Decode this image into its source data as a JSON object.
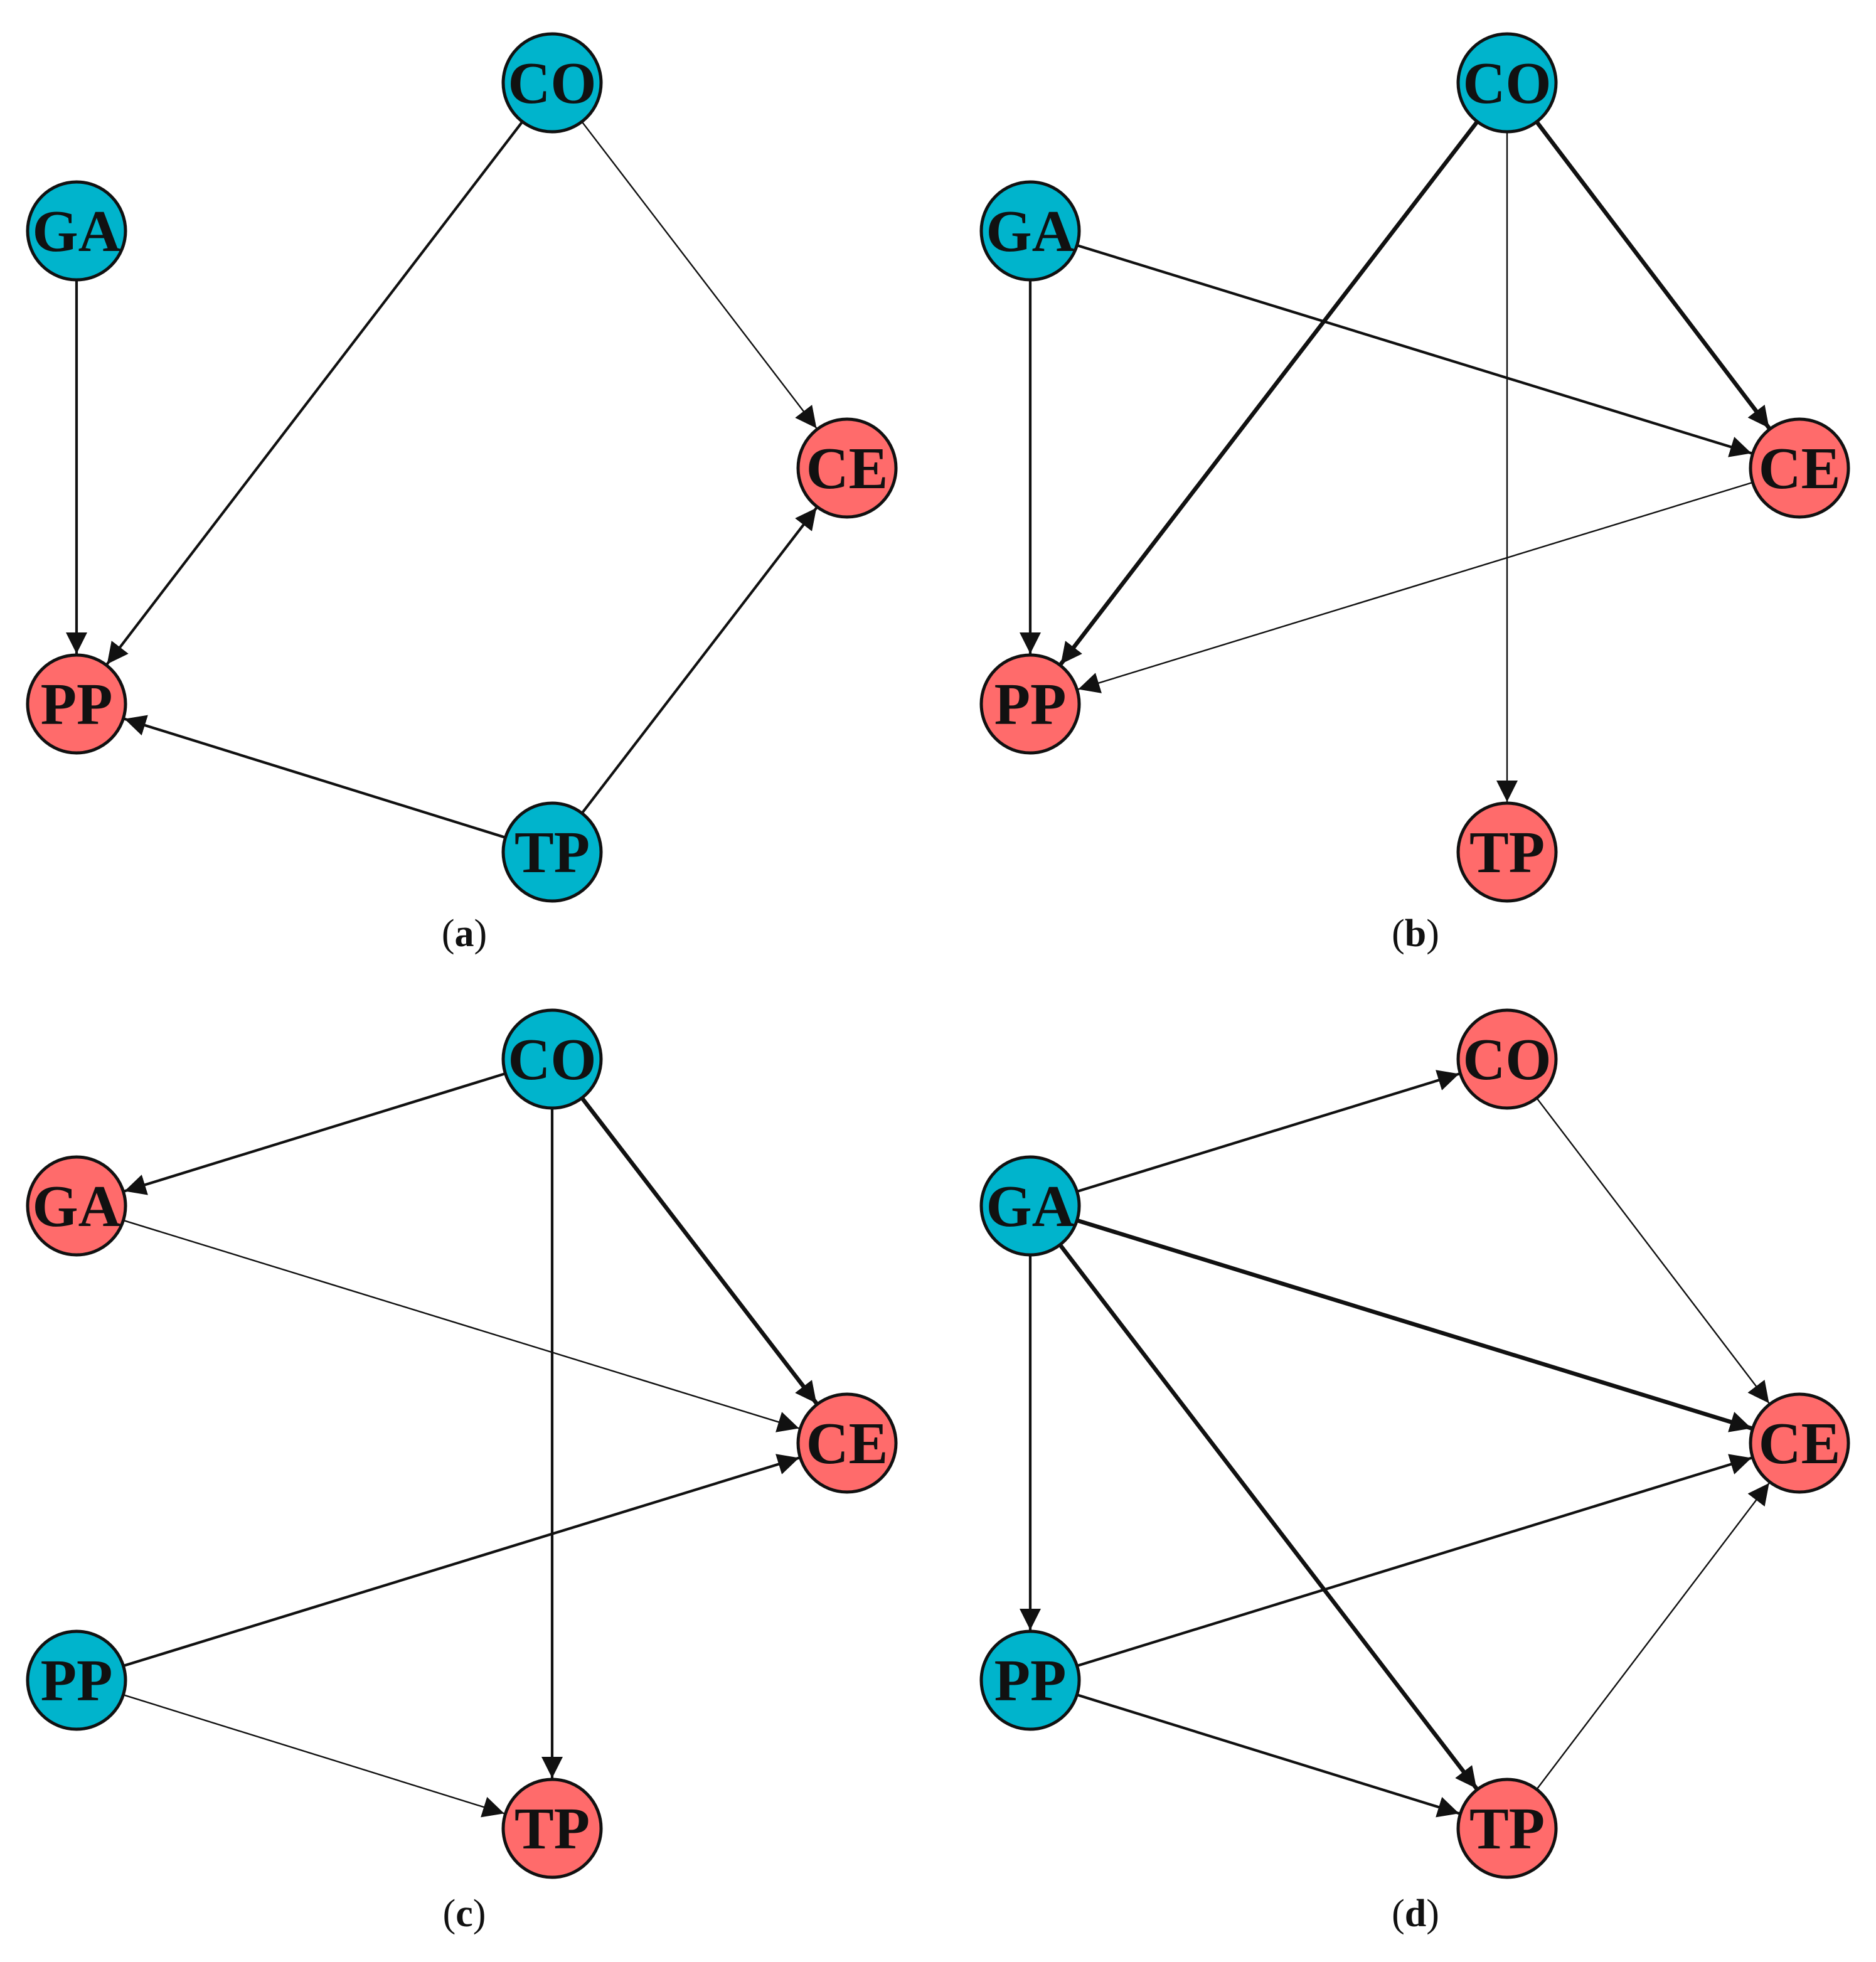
{
  "colors": {
    "source_node": "#00B4CC",
    "target_node": "#FF6B6B",
    "edge": "#111111",
    "node_border": "#111111"
  },
  "panels": [
    {
      "id": "a",
      "caption_letter": "a",
      "nodes": [
        {
          "id": "CO",
          "label": "CO",
          "type": "source"
        },
        {
          "id": "GA",
          "label": "GA",
          "type": "source"
        },
        {
          "id": "CE",
          "label": "CE",
          "type": "target"
        },
        {
          "id": "PP",
          "label": "PP",
          "type": "target"
        },
        {
          "id": "TP",
          "label": "TP",
          "type": "source"
        }
      ],
      "edges": [
        {
          "from": "GA",
          "to": "PP",
          "weight": "medium"
        },
        {
          "from": "CO",
          "to": "PP",
          "weight": "medium"
        },
        {
          "from": "CO",
          "to": "CE",
          "weight": "thin"
        },
        {
          "from": "TP",
          "to": "PP",
          "weight": "medium"
        },
        {
          "from": "TP",
          "to": "CE",
          "weight": "medium"
        }
      ]
    },
    {
      "id": "b",
      "caption_letter": "b",
      "nodes": [
        {
          "id": "CO",
          "label": "CO",
          "type": "source"
        },
        {
          "id": "GA",
          "label": "GA",
          "type": "source"
        },
        {
          "id": "CE",
          "label": "CE",
          "type": "target"
        },
        {
          "id": "PP",
          "label": "PP",
          "type": "target"
        },
        {
          "id": "TP",
          "label": "TP",
          "type": "target"
        }
      ],
      "edges": [
        {
          "from": "GA",
          "to": "PP",
          "weight": "medium"
        },
        {
          "from": "GA",
          "to": "CE",
          "weight": "medium"
        },
        {
          "from": "CO",
          "to": "PP",
          "weight": "thick"
        },
        {
          "from": "CO",
          "to": "CE",
          "weight": "thick"
        },
        {
          "from": "CO",
          "to": "TP",
          "weight": "thin"
        },
        {
          "from": "CE",
          "to": "PP",
          "weight": "thin"
        }
      ]
    },
    {
      "id": "c",
      "caption_letter": "c",
      "nodes": [
        {
          "id": "CO",
          "label": "CO",
          "type": "source"
        },
        {
          "id": "GA",
          "label": "GA",
          "type": "target"
        },
        {
          "id": "CE",
          "label": "CE",
          "type": "target"
        },
        {
          "id": "PP",
          "label": "PP",
          "type": "source"
        },
        {
          "id": "TP",
          "label": "TP",
          "type": "target"
        }
      ],
      "edges": [
        {
          "from": "CO",
          "to": "GA",
          "weight": "medium"
        },
        {
          "from": "CO",
          "to": "CE",
          "weight": "thick"
        },
        {
          "from": "CO",
          "to": "TP",
          "weight": "medium"
        },
        {
          "from": "GA",
          "to": "CE",
          "weight": "thin"
        },
        {
          "from": "PP",
          "to": "CE",
          "weight": "medium"
        },
        {
          "from": "PP",
          "to": "TP",
          "weight": "thin"
        }
      ]
    },
    {
      "id": "d",
      "caption_letter": "d",
      "nodes": [
        {
          "id": "CO",
          "label": "CO",
          "type": "target"
        },
        {
          "id": "GA",
          "label": "GA",
          "type": "source"
        },
        {
          "id": "CE",
          "label": "CE",
          "type": "target"
        },
        {
          "id": "PP",
          "label": "PP",
          "type": "source"
        },
        {
          "id": "TP",
          "label": "TP",
          "type": "target"
        }
      ],
      "edges": [
        {
          "from": "GA",
          "to": "CO",
          "weight": "medium"
        },
        {
          "from": "GA",
          "to": "CE",
          "weight": "thick"
        },
        {
          "from": "GA",
          "to": "TP",
          "weight": "thick"
        },
        {
          "from": "GA",
          "to": "PP",
          "weight": "medium"
        },
        {
          "from": "CO",
          "to": "CE",
          "weight": "thin"
        },
        {
          "from": "PP",
          "to": "CE",
          "weight": "medium"
        },
        {
          "from": "PP",
          "to": "TP",
          "weight": "medium"
        },
        {
          "from": "TP",
          "to": "CE",
          "weight": "thin"
        }
      ]
    }
  ]
}
